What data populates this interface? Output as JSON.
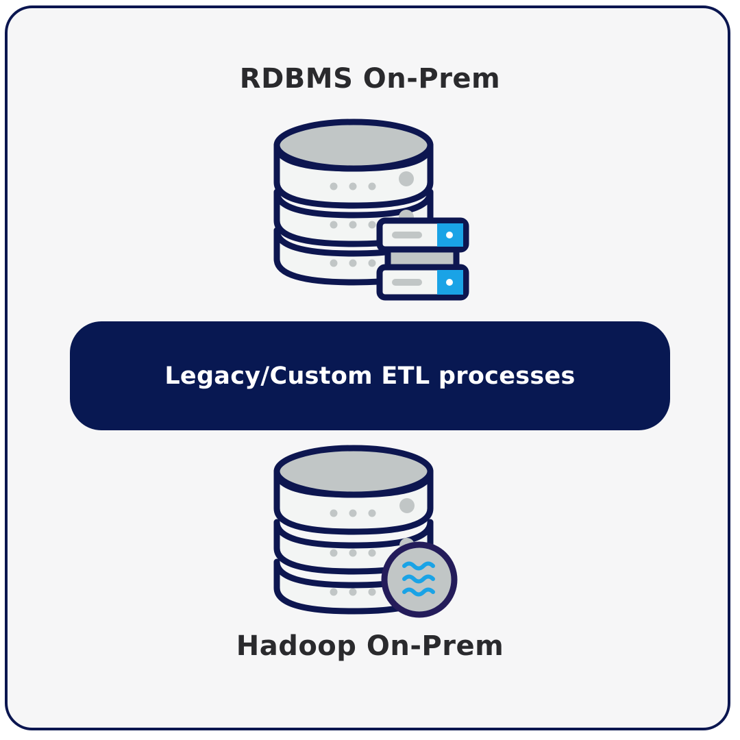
{
  "nodes": {
    "source": {
      "label": "RDBMS On-Prem",
      "icon": "database-server-icon"
    },
    "process": {
      "label": "Legacy/Custom ETL processes"
    },
    "target": {
      "label": "Hadoop On-Prem",
      "icon": "database-data-lake-icon"
    }
  },
  "colors": {
    "frame_border": "#0b1650",
    "outline": "#0d1650",
    "disk_fill": "#f3f5f4",
    "cap_fill": "#c1c6c6",
    "accent": "#1aa3e6",
    "process_fill": "#081852",
    "process_text": "#ffffff",
    "text": "#2a2a2d"
  }
}
